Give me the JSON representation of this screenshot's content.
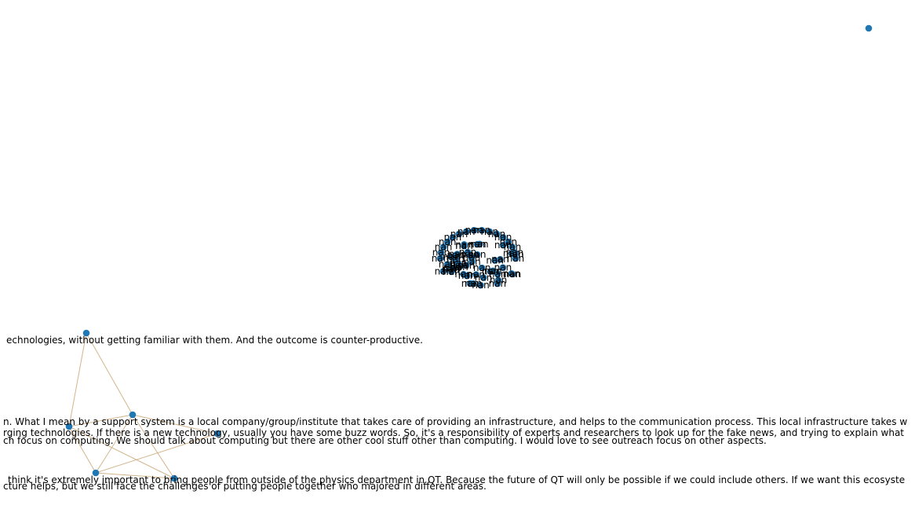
{
  "chart_data": {
    "type": "network",
    "colors": {
      "node": "#1f77b4",
      "edge": "#d2b48c",
      "label": "#000000"
    },
    "isolated_node": {
      "label": ""
    },
    "cluster": {
      "node_label": "nan",
      "node_count": 60
    },
    "component": {
      "nodes": [
        {
          "id": "n1",
          "label": ""
        },
        {
          "id": "n2",
          "label": ""
        },
        {
          "id": "n3",
          "label": ""
        },
        {
          "id": "n4",
          "label": ""
        },
        {
          "id": "n5",
          "label": ""
        },
        {
          "id": "n6",
          "label": ""
        }
      ],
      "edges": [
        [
          "n1",
          "n2"
        ],
        [
          "n1",
          "n3"
        ],
        [
          "n2",
          "n3"
        ],
        [
          "n2",
          "n4"
        ],
        [
          "n2",
          "n5"
        ],
        [
          "n3",
          "n4"
        ],
        [
          "n3",
          "n5"
        ],
        [
          "n3",
          "n6"
        ],
        [
          "n4",
          "n5"
        ],
        [
          "n4",
          "n6"
        ]
      ]
    },
    "text_labels": [
      "echnologies, without getting familiar with them. And the outcome is counter-productive.",
      "n. What I mean by a support system is a local company/group/institute that takes care of providing an infrastructure, and helps to the communication process. This local infrastructure takes w",
      "rging technologies. If there is a new technology, usually you have some buzz words. So, it's a responsibility of experts and researchers to look up for the fake news, and trying to explain what",
      "ch focus on computing. We should talk about computing but there are other cool stuff other than computing. I would love to see outreach focus on other aspects.",
      "think it's extremely important to bring people from outside of the physics department in QT. Because the future of QT will only be possible if we could include others. If we want this ecosyste",
      "cture helps, but we still face the challenges of putting people together who majored in different areas."
    ]
  }
}
